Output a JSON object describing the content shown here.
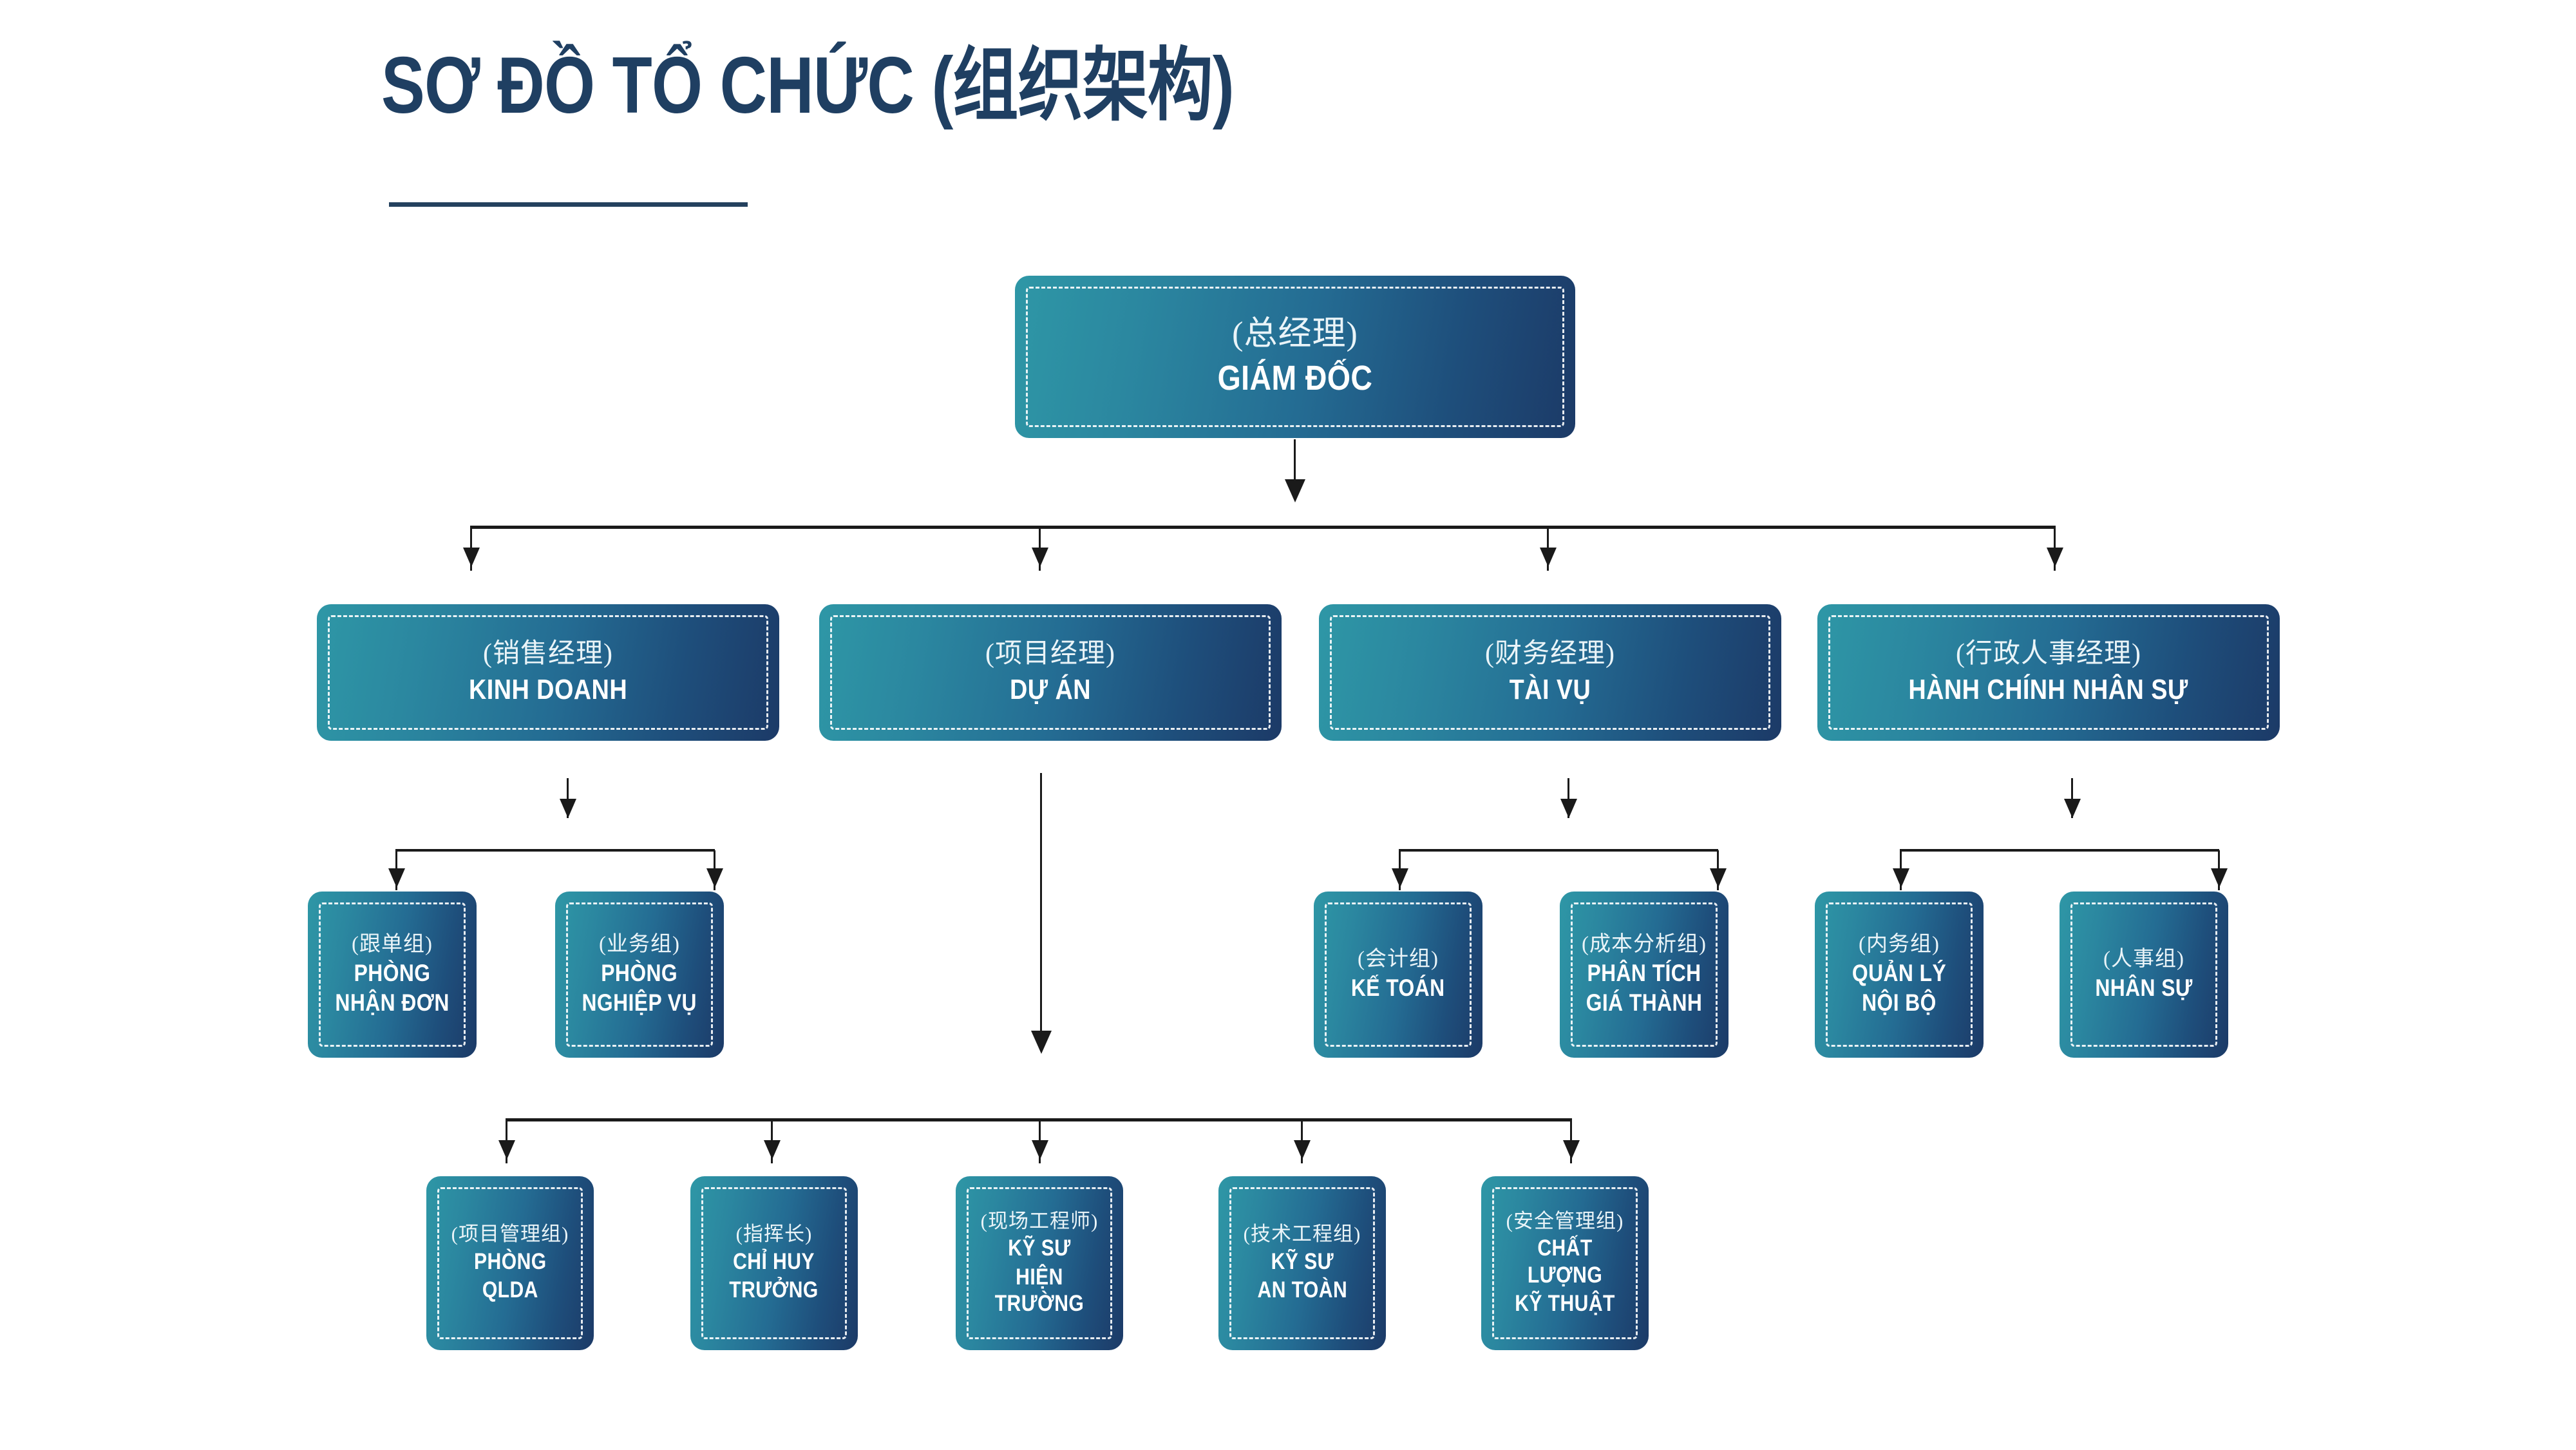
{
  "header": {
    "title": "SƠ ĐỒ TỔ CHỨC (组织架构)",
    "accent_color": "#1F3F62",
    "underline_color": "#24415E"
  },
  "theme": {
    "box_gradient_from": "#2E97A6",
    "box_gradient_to": "#1C3A67",
    "box_text_color": "#FFFFFF",
    "connector_color": "#1A1A1A",
    "page_background": "#FFFFFF"
  },
  "chart_data": {
    "type": "diagram",
    "diagram_kind": "organization-chart",
    "title": "SƠ ĐỒ TỔ CHỨC (组织架构)",
    "nodes": [
      {
        "id": "n0",
        "level": 1,
        "cn": "(总经理)",
        "vn": "GIÁM ĐỐC",
        "parent": null
      },
      {
        "id": "n1",
        "level": 2,
        "cn": "(销售经理)",
        "vn": "KINH DOANH",
        "parent": "n0"
      },
      {
        "id": "n2",
        "level": 2,
        "cn": "(项目经理)",
        "vn": "DỰ ÁN",
        "parent": "n0"
      },
      {
        "id": "n3",
        "level": 2,
        "cn": "(财务经理)",
        "vn": "TÀI VỤ",
        "parent": "n0"
      },
      {
        "id": "n4",
        "level": 2,
        "cn": "(行政人事经理)",
        "vn": "HÀNH CHÍNH NHÂN SỰ",
        "parent": "n0"
      },
      {
        "id": "n5",
        "level": 3,
        "cn": "(跟单组)",
        "vn": "PHÒNG NHẬN ĐƠN",
        "parent": "n1"
      },
      {
        "id": "n6",
        "level": 3,
        "cn": "(业务组)",
        "vn": "PHÒNG NGHIỆP VỤ",
        "parent": "n1"
      },
      {
        "id": "n7",
        "level": 3,
        "cn": "(会计组)",
        "vn": "KẾ TOÁN",
        "parent": "n3"
      },
      {
        "id": "n8",
        "level": 3,
        "cn": "(成本分析组)",
        "vn": "PHÂN TÍCH GIÁ THÀNH",
        "parent": "n3"
      },
      {
        "id": "n9",
        "level": 3,
        "cn": "(内务组)",
        "vn": "QUẢN LÝ NỘI BỘ",
        "parent": "n4"
      },
      {
        "id": "n10",
        "level": 3,
        "cn": "(人事组)",
        "vn": "NHÂN SỰ",
        "parent": "n4"
      },
      {
        "id": "n11",
        "level": 4,
        "cn": "(项目管理组)",
        "vn": "PHÒNG QLDA",
        "parent": "n2"
      },
      {
        "id": "n12",
        "level": 4,
        "cn": "(指挥长)",
        "vn": "CHỈ HUY TRƯỞNG",
        "parent": "n2"
      },
      {
        "id": "n13",
        "level": 4,
        "cn": "(现场工程师)",
        "vn": "KỸ SƯ HIỆN TRƯỜNG",
        "parent": "n2"
      },
      {
        "id": "n14",
        "level": 4,
        "cn": "(技术工程组)",
        "vn": "KỸ SƯ AN TOÀN",
        "parent": "n2"
      },
      {
        "id": "n15",
        "level": 4,
        "cn": "(安全管理组)",
        "vn": "CHẤT LƯỢNG KỸ THUẬT",
        "parent": "n2"
      }
    ]
  },
  "root": {
    "cn": "(总经理)",
    "vn": "GIÁM ĐỐC"
  },
  "divisions": [
    {
      "cn": "(销售经理)",
      "vn": "KINH DOANH"
    },
    {
      "cn": "(项目经理)",
      "vn": "DỰ ÁN"
    },
    {
      "cn": "(财务经理)",
      "vn": "TÀI VỤ"
    },
    {
      "cn": "(行政人事经理)",
      "vn": "HÀNH CHÍNH NHÂN SỰ"
    }
  ],
  "sales_teams": [
    {
      "cn": "(跟单组)",
      "vn_line1": "PHÒNG",
      "vn_line2": "NHẬN ĐƠN"
    },
    {
      "cn": "(业务组)",
      "vn_line1": "PHÒNG",
      "vn_line2": "NGHIỆP VỤ"
    }
  ],
  "finance_teams": [
    {
      "cn": "(会计组)",
      "vn_line1": "KẾ TOÁN",
      "vn_line2": ""
    },
    {
      "cn": "(成本分析组)",
      "vn_line1": "PHÂN TÍCH",
      "vn_line2": "GIÁ THÀNH"
    }
  ],
  "admin_teams": [
    {
      "cn": "(内务组)",
      "vn_line1": "QUẢN LÝ",
      "vn_line2": "NỘI BỘ"
    },
    {
      "cn": "(人事组)",
      "vn_line1": "NHÂN SỰ",
      "vn_line2": ""
    }
  ],
  "project_teams": [
    {
      "cn": "(项目管理组)",
      "vn_line1": "PHÒNG",
      "vn_line2": "QLDA"
    },
    {
      "cn": "(指挥长)",
      "vn_line1": "CHỈ HUY",
      "vn_line2": "TRƯỞNG"
    },
    {
      "cn": "(现场工程师)",
      "vn_line1": "KỸ SƯ",
      "vn_line2": "HIỆN TRƯỜNG"
    },
    {
      "cn": "(技术工程组)",
      "vn_line1": "KỸ SƯ",
      "vn_line2": "AN TOÀN"
    },
    {
      "cn": "(安全管理组)",
      "vn_line1": "CHẤT LƯỢNG",
      "vn_line2": "KỸ THUẬT"
    }
  ]
}
